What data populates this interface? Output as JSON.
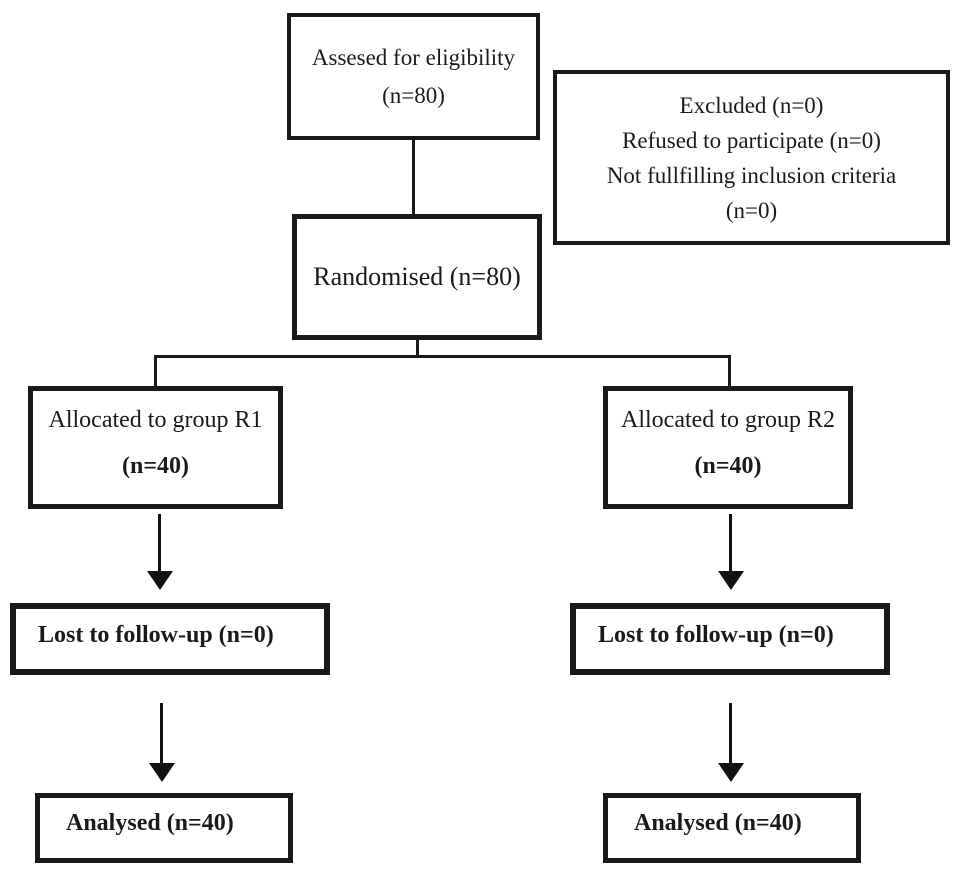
{
  "colors": {
    "ink": "#1a1a1a",
    "background": "#ffffff"
  },
  "diagram": {
    "assessed": {
      "line1": "Assesed for eligibility",
      "line2": "(n=80)"
    },
    "excluded": {
      "lines": [
        "Excluded (n=0)",
        "Refused to participate (n=0)",
        "Not fullfilling inclusion criteria",
        "(n=0)"
      ]
    },
    "randomised": {
      "label": "Randomised (n=80)"
    },
    "allocation_r1": {
      "line1": "Allocated to group R1",
      "line2": "(n=40)"
    },
    "allocation_r2": {
      "line1": "Allocated to group R2",
      "line2": "(n=40)"
    },
    "lost_r1": {
      "label": "Lost to follow-up (n=0)"
    },
    "lost_r2": {
      "label": "Lost to follow-up (n=0)"
    },
    "analysed_r1": {
      "label": "Analysed (n=40)"
    },
    "analysed_r2": {
      "label": "Analysed (n=40)"
    }
  }
}
